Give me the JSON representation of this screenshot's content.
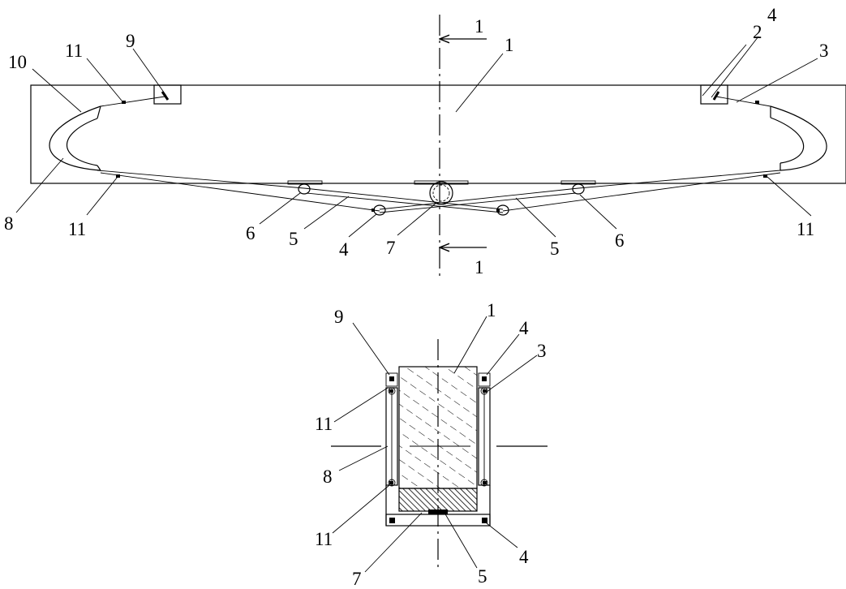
{
  "section_marks": {
    "top": "1",
    "bottom": "1"
  },
  "top_view_labels": {
    "l1": "1",
    "l2": "2",
    "l3": "3",
    "l4_right": "4",
    "l4_bottom": "4",
    "l5_left": "5",
    "l5_right": "5",
    "l6_left": "6",
    "l6_right": "6",
    "l7": "7",
    "l8": "8",
    "l9": "9",
    "l10": "10",
    "l11_top_left": "11",
    "l11_bottom_left": "11",
    "l11_right": "11"
  },
  "section_view_labels": {
    "l1": "1",
    "l3": "3",
    "l4_top": "4",
    "l4_bottom": "4",
    "l5": "5",
    "l7": "7",
    "l8": "8",
    "l9": "9",
    "l11_upper": "11",
    "l11_lower": "11"
  }
}
